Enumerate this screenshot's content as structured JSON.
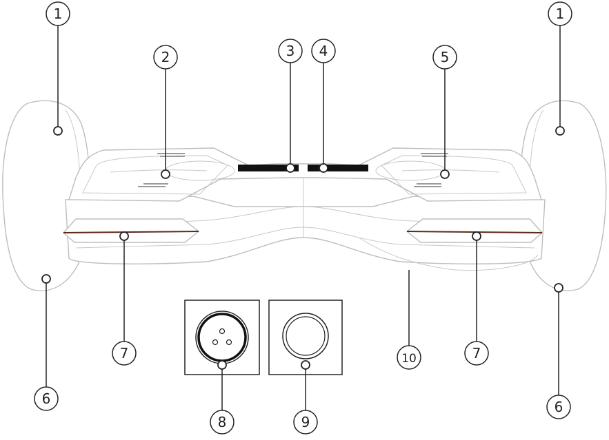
{
  "diagram": {
    "callouts": [
      {
        "id": "c1-left",
        "label": "1"
      },
      {
        "id": "c1-right",
        "label": "1"
      },
      {
        "id": "c2",
        "label": "2"
      },
      {
        "id": "c3",
        "label": "3"
      },
      {
        "id": "c4",
        "label": "4"
      },
      {
        "id": "c5",
        "label": "5"
      },
      {
        "id": "c6-left",
        "label": "6"
      },
      {
        "id": "c6-right",
        "label": "6"
      },
      {
        "id": "c7-left",
        "label": "7"
      },
      {
        "id": "c7-right",
        "label": "7"
      },
      {
        "id": "c8",
        "label": "8"
      },
      {
        "id": "c9",
        "label": "9"
      },
      {
        "id": "c10",
        "label": "10"
      }
    ]
  }
}
